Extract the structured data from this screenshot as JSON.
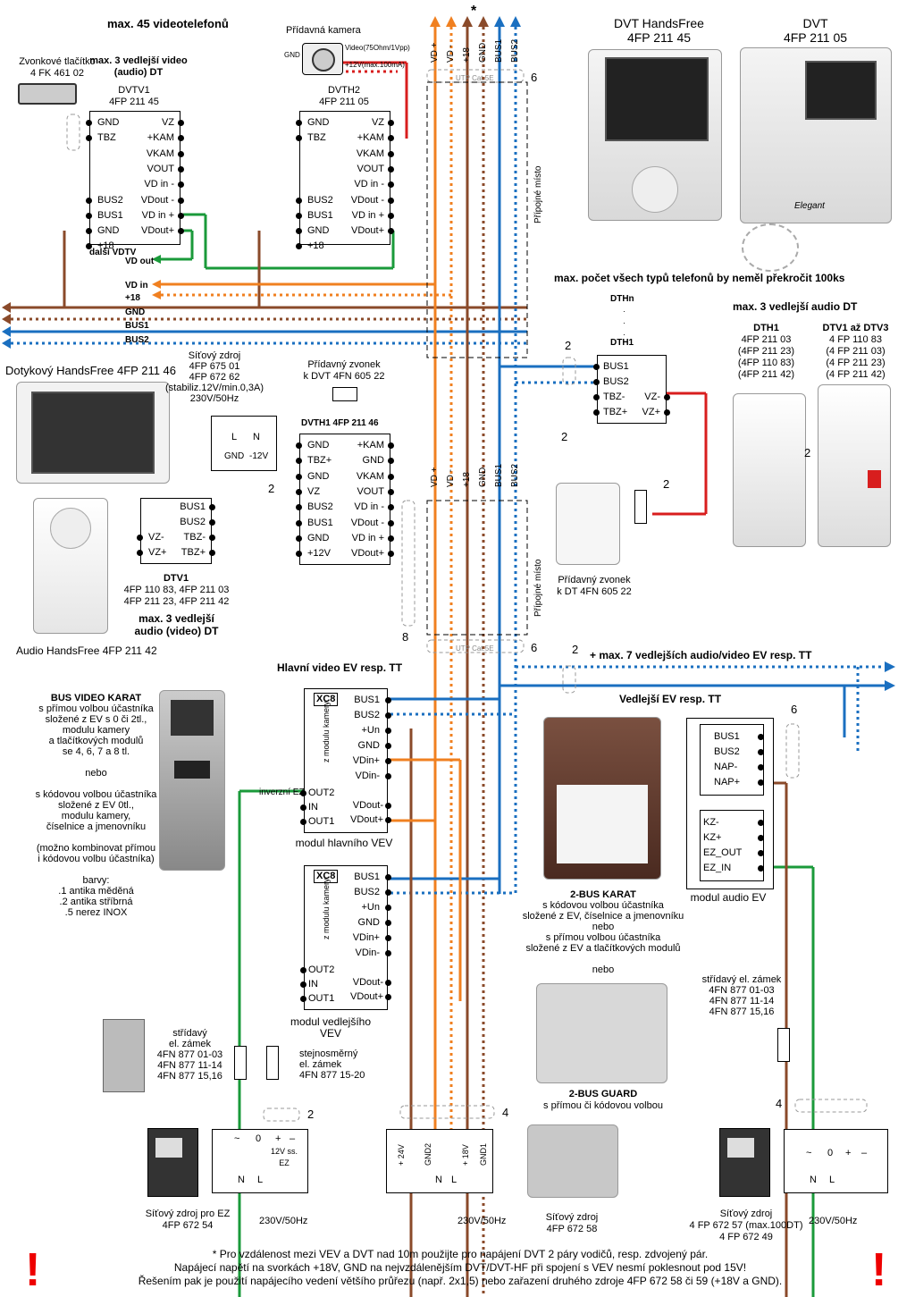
{
  "title": "max. 45 videotelefonů",
  "bell_button": {
    "title": "Zvonkové tlačítko",
    "code": "4 FK 461 02"
  },
  "max3_video_audio": "max. 3 vedlejší video (audio) DT",
  "dvtv1": {
    "name": "DVTV1",
    "code": "4FP 211 45",
    "left": [
      "GND",
      "TBZ",
      "",
      "",
      "",
      "BUS2",
      "BUS1",
      "GND",
      "+18"
    ],
    "right": [
      "VZ",
      "+KAM",
      "VKAM",
      "VOUT",
      "VD in -",
      "VDout -",
      "VD in +",
      "VDout+"
    ]
  },
  "camera": {
    "title": "Přídavná kamera",
    "gnd": "GND",
    "video": "Video(75Ohm/1Vpp)",
    "power": "+12V(max.100mA)"
  },
  "dvth2": {
    "name": "DVTH2",
    "code": "4FP 211 05",
    "left": [
      "GND",
      "TBZ",
      "",
      "",
      "",
      "BUS2",
      "BUS1",
      "GND",
      "+18"
    ],
    "right": [
      "VZ",
      "+KAM",
      "VKAM",
      "VOUT",
      "VD in -",
      "VDout -",
      "VD in +",
      "VDout+"
    ]
  },
  "bus_labels": [
    "VD +",
    "VD -",
    "+18",
    "GND",
    "BUS1",
    "BUS2"
  ],
  "star": "*",
  "utp": "UTP Cat.5E",
  "six": "6",
  "eight": "8",
  "two": "2",
  "four": "4",
  "dalsi_vdtv": "další VDTV",
  "left_lines": [
    "VD out",
    "VD in",
    "+18",
    "GND",
    "BUS1",
    "BUS2"
  ],
  "pripojne_misto": "Přípojné místo",
  "dvt_hf": {
    "name": "DVT HandsFree",
    "code": "4FP 211 45"
  },
  "dvt": {
    "name": "DVT",
    "code": "4FP 211 05",
    "brand": "Elegant"
  },
  "max_phones": "max. počet všech typů telefonů by neměl překročit 100ks",
  "max3_audio": "max. 3 vedlejší audio DT",
  "dthn": "DTHn",
  "dth1_box": "DTH1",
  "dth1_terms_left": [
    "BUS1",
    "BUS2",
    "TBZ-",
    "TBZ+"
  ],
  "dth1_terms_right": [
    "VZ-",
    "VZ+"
  ],
  "dth1_info": [
    "DTH1",
    "4FP 211 03",
    "(4FP 211 23)",
    "(4FP 110 83)",
    "(4FP 211 42)"
  ],
  "dtv1_dtv3": [
    "DTV1 až DTV3",
    "4 FP 110 83",
    "(4 FP 211 03)",
    "(4 FP 211 23)",
    "(4 FP 211 42)"
  ],
  "touch_hf": "Dotykový HandsFree 4FP 211 46",
  "psu_top": [
    "Síťový zdroj",
    "4FP 675 01",
    "4FP 672 62",
    "(stabiliz.12V/min.0,3A)",
    "230V/50Hz"
  ],
  "psu_top_terms": [
    "L",
    "N",
    "GND",
    "-12V"
  ],
  "extra_bell_dvt": [
    "Přídavný zvonek",
    "k DVT 4FN 605 22"
  ],
  "dvth1": {
    "name": "DVTH1 4FP 211 46",
    "left": [
      "GND",
      "TBZ+",
      "GND",
      "VZ",
      "BUS2",
      "BUS1",
      "GND",
      "+12V"
    ],
    "right": [
      "+KAM",
      "GND",
      "VKAM",
      "VOUT",
      "VD in -",
      "VDout -",
      "VD in +",
      "VDout+"
    ]
  },
  "dtv1": {
    "left": [
      "VZ-",
      "VZ+"
    ],
    "right": [
      "BUS1",
      "BUS2",
      "TBZ-",
      "TBZ+"
    ],
    "name": "DTV1",
    "codes": [
      "4FP 110 83, 4FP 211 03",
      "4FP 211 23, 4FP 211 42"
    ]
  },
  "max3_audio_video": [
    "max. 3 vedlejší",
    "audio (video) DT"
  ],
  "audio_hf": "Audio HandsFree 4FP 211 42",
  "extra_bell_dt": [
    "Přídavný zvonek",
    "k DT 4FN 605 22"
  ],
  "main_ev_title": "Hlavní video EV resp. TT",
  "more_ev": "+ max. 7 vedlejších audio/video EV resp. TT",
  "secondary_ev_title": "Vedlejší EV resp. TT",
  "bus_video_text": [
    "BUS VIDEO KARAT",
    "s přímou volbou účastníka",
    "složené z EV s 0 či 2tl.,",
    "modulu kamery",
    "a tlačítkových modulů",
    "se 4, 6, 7 a 8 tl.",
    "",
    "nebo",
    "",
    "s kódovou volbou účastníka",
    "složené z EV 0tl.,",
    "modulu kamery,",
    "číselnice a jmenovníku",
    "",
    "(možno kombinovat přímou",
    "i kódovou volbu účastníka)",
    "",
    "barvy:",
    ".1 antika měděná",
    ".2 antika stříbrná",
    ".5 nerez INOX"
  ],
  "main_module": {
    "xc8": "XC8",
    "cam": "z modulu kamery",
    "right": [
      "BUS1",
      "BUS2",
      "+Un",
      "GND",
      "VDin+",
      "VDin-"
    ],
    "out": [
      "OUT2",
      "IN",
      "OUT1"
    ],
    "vd": [
      "VDout-",
      "VDout+"
    ],
    "inv": "inverzní EZ",
    "name": "modul hlavního VEV"
  },
  "sec_module": {
    "xc8": "XC8",
    "cam": "z modulu kamery",
    "right": [
      "BUS1",
      "BUS2",
      "+Un",
      "GND",
      "VDin+",
      "VDin-"
    ],
    "out": [
      "OUT2",
      "IN",
      "OUT1"
    ],
    "vd": [
      "VDout-",
      "VDout+"
    ],
    "name": "modul vedlejšího VEV"
  },
  "karat_text": [
    "2-BUS KARAT",
    "s kódovou volbou účastníka",
    "složené z EV, číselnice a jmenovníku",
    "nebo",
    "s přímou volbou účastníka",
    "složené z EV a tlačítkových modulů",
    "",
    "nebo"
  ],
  "guard_text": [
    "2-BUS GUARD",
    "s přímou či kódovou volbou"
  ],
  "audio_module": {
    "top": [
      "BUS1",
      "BUS2",
      "NAP-",
      "NAP+"
    ],
    "bottom": [
      "KZ-",
      "KZ+",
      "EZ_OUT",
      "EZ_IN"
    ],
    "name": "modul audio EV"
  },
  "lock_ac_left": [
    "střídavý",
    "el. zámek",
    "4FN 877 01-03",
    "4FN 877 11-14",
    "4FN 877 15,16"
  ],
  "lock_dc": [
    "stejnosměrný",
    "el. zámek",
    "4FN 877 15-20"
  ],
  "lock_ac_right": [
    "střídavý el. zámek",
    "4FN 877 01-03",
    "4FN 877 11-14",
    "4FN 877 15,16"
  ],
  "psu1": {
    "terms": [
      "~",
      "0",
      "+",
      "–",
      "12V ss. EZ"
    ],
    "nl": [
      "N",
      "L"
    ],
    "label": [
      "Síťový zdroj pro EZ",
      "4FP 672 54"
    ],
    "mains": "230V/50Hz"
  },
  "psu2": {
    "terms": [
      "+ 24V",
      "GND2",
      "+ 18V",
      "GND1"
    ],
    "nl": [
      "N",
      "L"
    ],
    "label": [
      "Síťový zdroj",
      "4FP 672 58"
    ],
    "mains": "230V/50Hz"
  },
  "psu3": {
    "terms": [
      "~",
      "0",
      "+",
      "–"
    ],
    "nl": [
      "N",
      "L"
    ],
    "label": [
      "Síťový zdroj",
      "4 FP 672 57 (max.100DT)",
      "4 FP 672 49"
    ],
    "mains": "230V/50Hz"
  },
  "footnote": [
    "* Pro vzdálenost mezi VEV a DVT nad 10m použijte pro napájení DVT 2 páry vodičů, resp. zdvojený pár.",
    "Napájecí napětí na svorkách +18V, GND na nejvzdálenějším DVT/DVT-HF při spojení s VEV nesmí poklesnout pod 15V!",
    "Řešením pak je použití napájecího vedení většího průřezu (např. 2x1,5) nebo zařazení druhého zdroje 4FP 672 58 či 59 (+18V a GND)."
  ],
  "exclaim": "!",
  "colors": {
    "bus_blue": "#1a6fc0",
    "orange": "#f08020",
    "brown": "#8a4a2a",
    "green": "#1a9a3a",
    "red": "#d81e1e"
  }
}
